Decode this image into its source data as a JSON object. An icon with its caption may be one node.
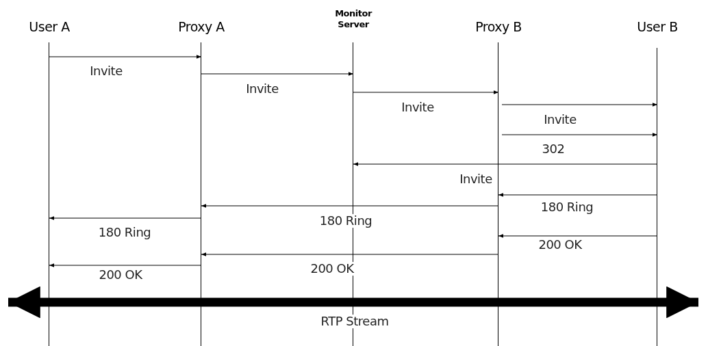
{
  "diagram": {
    "nodes": [
      {
        "text": [
          "User A"
        ]
      },
      {
        "text": [
          "Proxy A"
        ]
      },
      {
        "text": [
          "Monitor Server"
        ]
      },
      {
        "text": [
          "Proxy B"
        ]
      },
      {
        "text": [
          "User B"
        ]
      }
    ],
    "edges": [
      {
        "from": 0,
        "to": 1,
        "arrow": "to",
        "label": "Invite"
      },
      {
        "from": 1,
        "to": 2,
        "arrow": "to",
        "label": "Invite"
      },
      {
        "from": 2,
        "to": 3,
        "arrow": "to",
        "label": "Invite"
      },
      {
        "from": 3,
        "to": 4,
        "arrow": "to",
        "label": "Invite"
      },
      {
        "from": 3,
        "to": 4,
        "arrow": "to",
        "label": "302"
      },
      {
        "from": 4,
        "to": 2,
        "arrow": "to",
        "label": "Invite"
      },
      {
        "from": 4,
        "to": 3,
        "arrow": "to",
        "label": "180 Ring"
      },
      {
        "from": 3,
        "to": 1,
        "arrow": "to",
        "label": "180 Ring"
      },
      {
        "from": 1,
        "to": 0,
        "arrow": "to",
        "label": "180 Ring"
      },
      {
        "from": 4,
        "to": 3,
        "arrow": "to",
        "label": "200 OK"
      },
      {
        "from": 3,
        "to": 1,
        "arrow": "to",
        "label": "200 OK"
      },
      {
        "from": 1,
        "to": 0,
        "arrow": "to",
        "label": "200 OK"
      },
      {
        "from": 0,
        "to": 4,
        "arrow": "both",
        "style": "thick",
        "label": "RTP Stream"
      }
    ]
  }
}
